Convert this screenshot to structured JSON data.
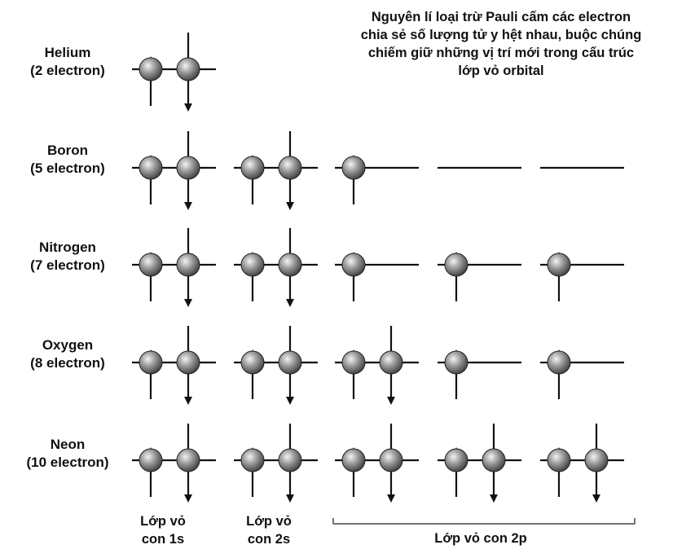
{
  "note": "Nguyên lí loại trừ Pauli cấm các electron chia sẻ số lượng tử y hệt nhau, buộc chúng chiếm giữ những vị trí mới trong cấu trúc lớp vỏ orbital",
  "elements": [
    {
      "name": "Helium",
      "count": "(2 electron)",
      "orbitals": [
        [
          "up",
          "down"
        ]
      ]
    },
    {
      "name": "Boron",
      "count": "(5 electron)",
      "orbitals": [
        [
          "up",
          "down"
        ],
        [
          "up",
          "down"
        ],
        [
          "up"
        ],
        [],
        []
      ]
    },
    {
      "name": "Nitrogen",
      "count": "(7 electron)",
      "orbitals": [
        [
          "up",
          "down"
        ],
        [
          "up",
          "down"
        ],
        [
          "up"
        ],
        [
          "up"
        ],
        [
          "up"
        ]
      ]
    },
    {
      "name": "Oxygen",
      "count": "(8 electron)",
      "orbitals": [
        [
          "up",
          "down"
        ],
        [
          "up",
          "down"
        ],
        [
          "up",
          "down"
        ],
        [
          "up"
        ],
        [
          "up"
        ]
      ]
    },
    {
      "name": "Neon",
      "count": "(10 electron)",
      "orbitals": [
        [
          "up",
          "down"
        ],
        [
          "up",
          "down"
        ],
        [
          "up",
          "down"
        ],
        [
          "up",
          "down"
        ],
        [
          "up",
          "down"
        ]
      ]
    }
  ],
  "shells": {
    "s1": "Lớp vỏ\ncon 1s",
    "s2": "Lớp vỏ\ncon 2s",
    "p2": "Lớp vỏ con 2p"
  }
}
